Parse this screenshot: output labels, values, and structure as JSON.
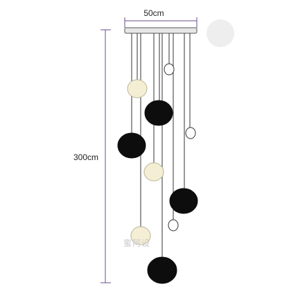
{
  "dimensions": {
    "width_label": "50cm",
    "height_label": "300cm"
  },
  "watermark_text": "蜜阿设",
  "colors": {
    "dimension_line": "#6b4b8e",
    "canopy": "#e6e6e6",
    "wire": "#333333",
    "dark_shade": "#0d0d0d",
    "frosted_shade": "#f4efd4",
    "white_shade": "#ffffff",
    "swatch": "#eeeeee"
  },
  "pendants": [
    {
      "id": "frosted-1",
      "style": "frosted"
    },
    {
      "id": "white-1",
      "style": "white"
    },
    {
      "id": "dark-1",
      "style": "dark"
    },
    {
      "id": "white-2",
      "style": "white"
    },
    {
      "id": "dark-2",
      "style": "dark"
    },
    {
      "id": "frosted-2",
      "style": "frosted"
    },
    {
      "id": "dark-3",
      "style": "dark"
    },
    {
      "id": "white-3",
      "style": "white"
    },
    {
      "id": "frosted-3",
      "style": "frosted"
    },
    {
      "id": "dark-4",
      "style": "dark"
    }
  ]
}
